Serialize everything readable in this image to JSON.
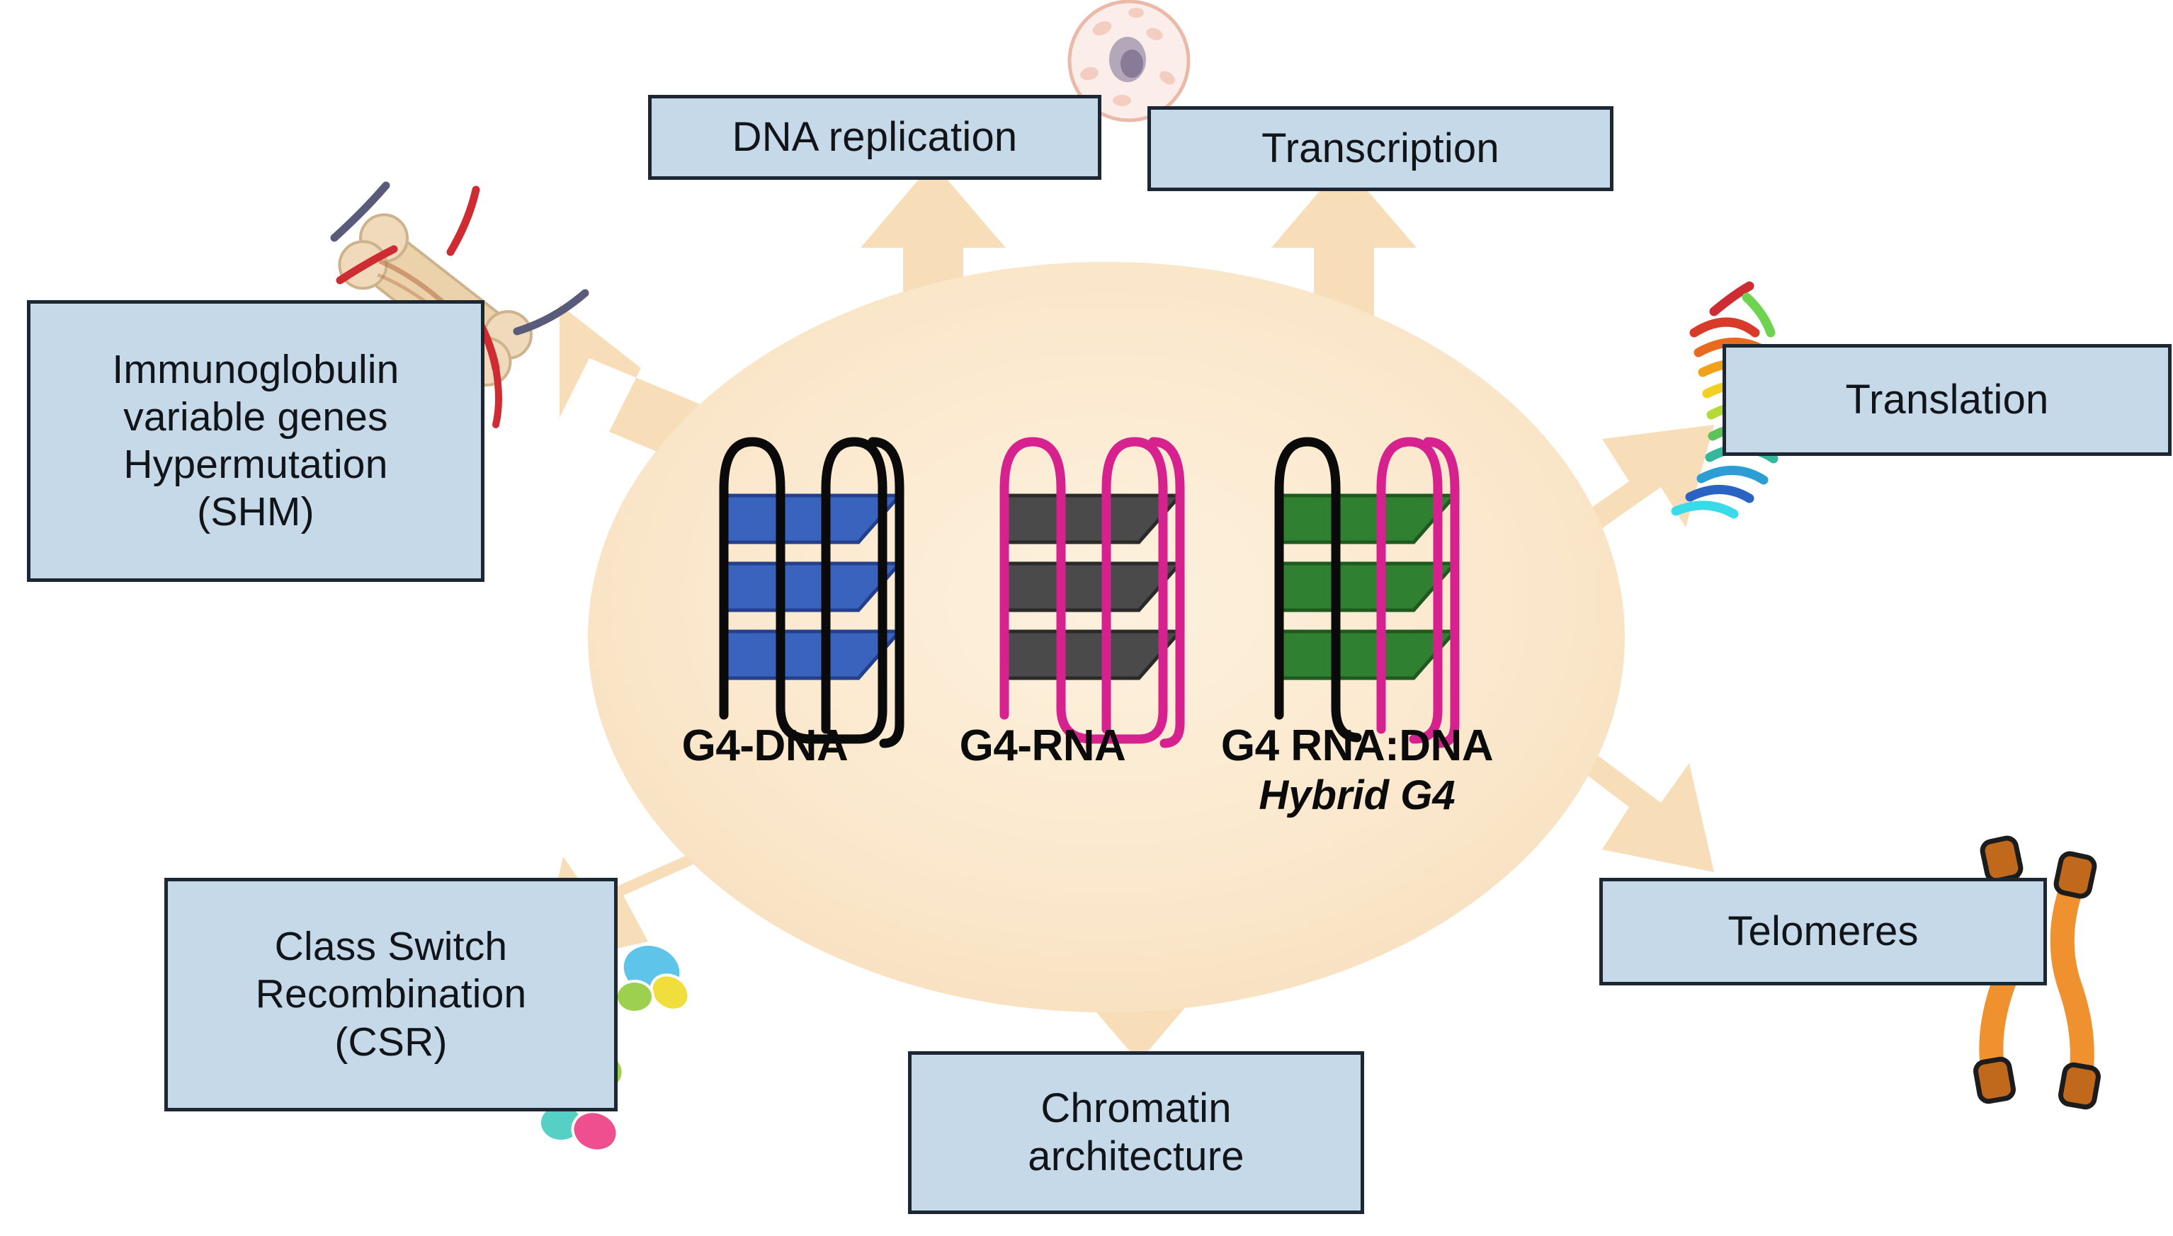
{
  "diagram": {
    "title": "G-quadruplex biology overview",
    "center": {
      "shape": "ellipse",
      "fill": "#fae6c9",
      "arrow_fill": "#f8ddb9",
      "arrow_count": 7,
      "structures": [
        {
          "id": "g4-dna",
          "label": "G4-DNA",
          "sublabel": "",
          "tetrad_color": "#3a63bd",
          "strand_colors": [
            "#0a0a0a",
            "#0a0a0a"
          ],
          "tetrads": 3
        },
        {
          "id": "g4-rna",
          "label": "G4-RNA",
          "sublabel": "",
          "tetrad_color": "#4a4a4a",
          "strand_colors": [
            "#d6218f",
            "#d6218f"
          ],
          "tetrads": 3
        },
        {
          "id": "g4-rna-dna-hybrid",
          "label": "G4 RNA:DNA",
          "sublabel": "Hybrid G4",
          "tetrad_color": "#2f8030",
          "strand_colors": [
            "#0a0a0a",
            "#d6218f"
          ],
          "tetrads": 3
        }
      ]
    },
    "boxes": [
      {
        "id": "dna-replication",
        "label": "DNA replication",
        "lines": [
          "DNA replication"
        ]
      },
      {
        "id": "transcription",
        "label": "Transcription",
        "lines": [
          "Transcription"
        ]
      },
      {
        "id": "shm",
        "label": "Immunoglobulin variable genes Hypermutation (SHM)",
        "lines": [
          "Immunoglobulin",
          "variable genes",
          "Hypermutation",
          "(SHM)"
        ]
      },
      {
        "id": "translation",
        "label": "Translation",
        "lines": [
          "Translation"
        ]
      },
      {
        "id": "csr",
        "label": "Class Switch Recombination (CSR)",
        "lines": [
          "Class Switch",
          "Recombination",
          "(CSR)"
        ]
      },
      {
        "id": "telomeres",
        "label": "Telomeres",
        "lines": [
          "Telomeres"
        ]
      },
      {
        "id": "chromatin",
        "label": "Chromatin architecture",
        "lines": [
          "Chromatin",
          "architecture"
        ]
      }
    ],
    "illustrations": [
      {
        "id": "cell-icon",
        "name": "cell-illustration",
        "position": "top-center"
      },
      {
        "id": "bone-icon",
        "name": "bone-marrow-illustration",
        "position": "upper-left"
      },
      {
        "id": "protein-icon",
        "name": "protein-ribbon-illustration",
        "position": "upper-right"
      },
      {
        "id": "antibody-icon",
        "name": "antibody-illustration",
        "position": "lower-left"
      },
      {
        "id": "chromosome-icon",
        "name": "chromosome-illustration",
        "position": "lower-right"
      }
    ],
    "colors": {
      "box_fill": "#c6d9e9",
      "box_border": "#1c2733",
      "ellipse_fill": "#fae6c9",
      "arrow_fill": "#f8ddb9",
      "blue_tetrad": "#3a63bd",
      "gray_tetrad": "#4a4a4a",
      "green_tetrad": "#2f8030",
      "magenta_strand": "#d6218f",
      "black_strand": "#0a0a0a"
    }
  }
}
